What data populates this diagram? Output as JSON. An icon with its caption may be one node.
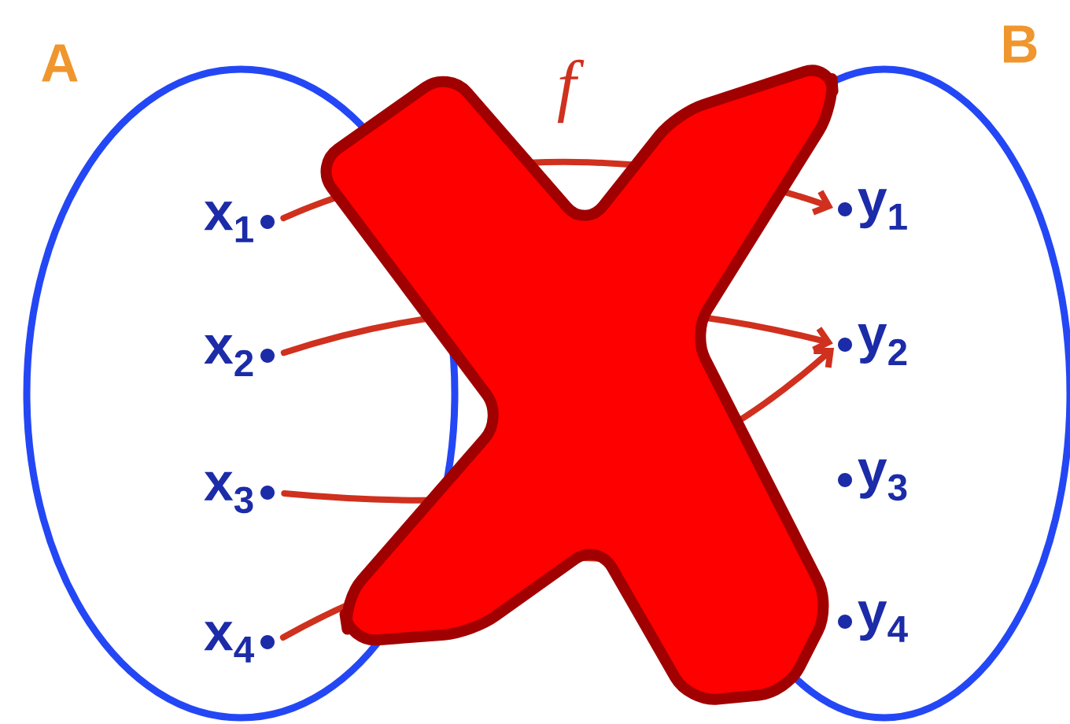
{
  "diagram": {
    "nodes": [
      {
        "text": [
          "A"
        ]
      },
      {
        "text": [
          "x$_{1}$"
        ],
        "in": 0
      },
      {
        "text": [
          "x$_{2}$"
        ],
        "in": 0
      },
      {
        "text": [
          "x$_{3}$"
        ],
        "in": 0
      },
      {
        "text": [
          "x$_{4}$"
        ],
        "in": 0
      },
      {
        "text": [
          "B"
        ]
      },
      {
        "text": [
          "y$_{1}$"
        ],
        "in": 5
      },
      {
        "text": [
          "y$_{2}$"
        ],
        "in": 5
      },
      {
        "text": [
          "y$_{3}$"
        ],
        "in": 5
      },
      {
        "text": [
          "y$_{4}$"
        ],
        "in": 5
      }
    ],
    "edges": [
      {
        "from": 1,
        "to": 6,
        "arrow": "to"
      },
      {
        "from": 2,
        "to": 7,
        "arrow": "to"
      },
      {
        "from": 3,
        "to": 7,
        "arrow": "to"
      },
      {
        "from": 4,
        "to": null,
        "arrow": "none"
      }
    ],
    "labels": [
      "f"
    ]
  }
}
